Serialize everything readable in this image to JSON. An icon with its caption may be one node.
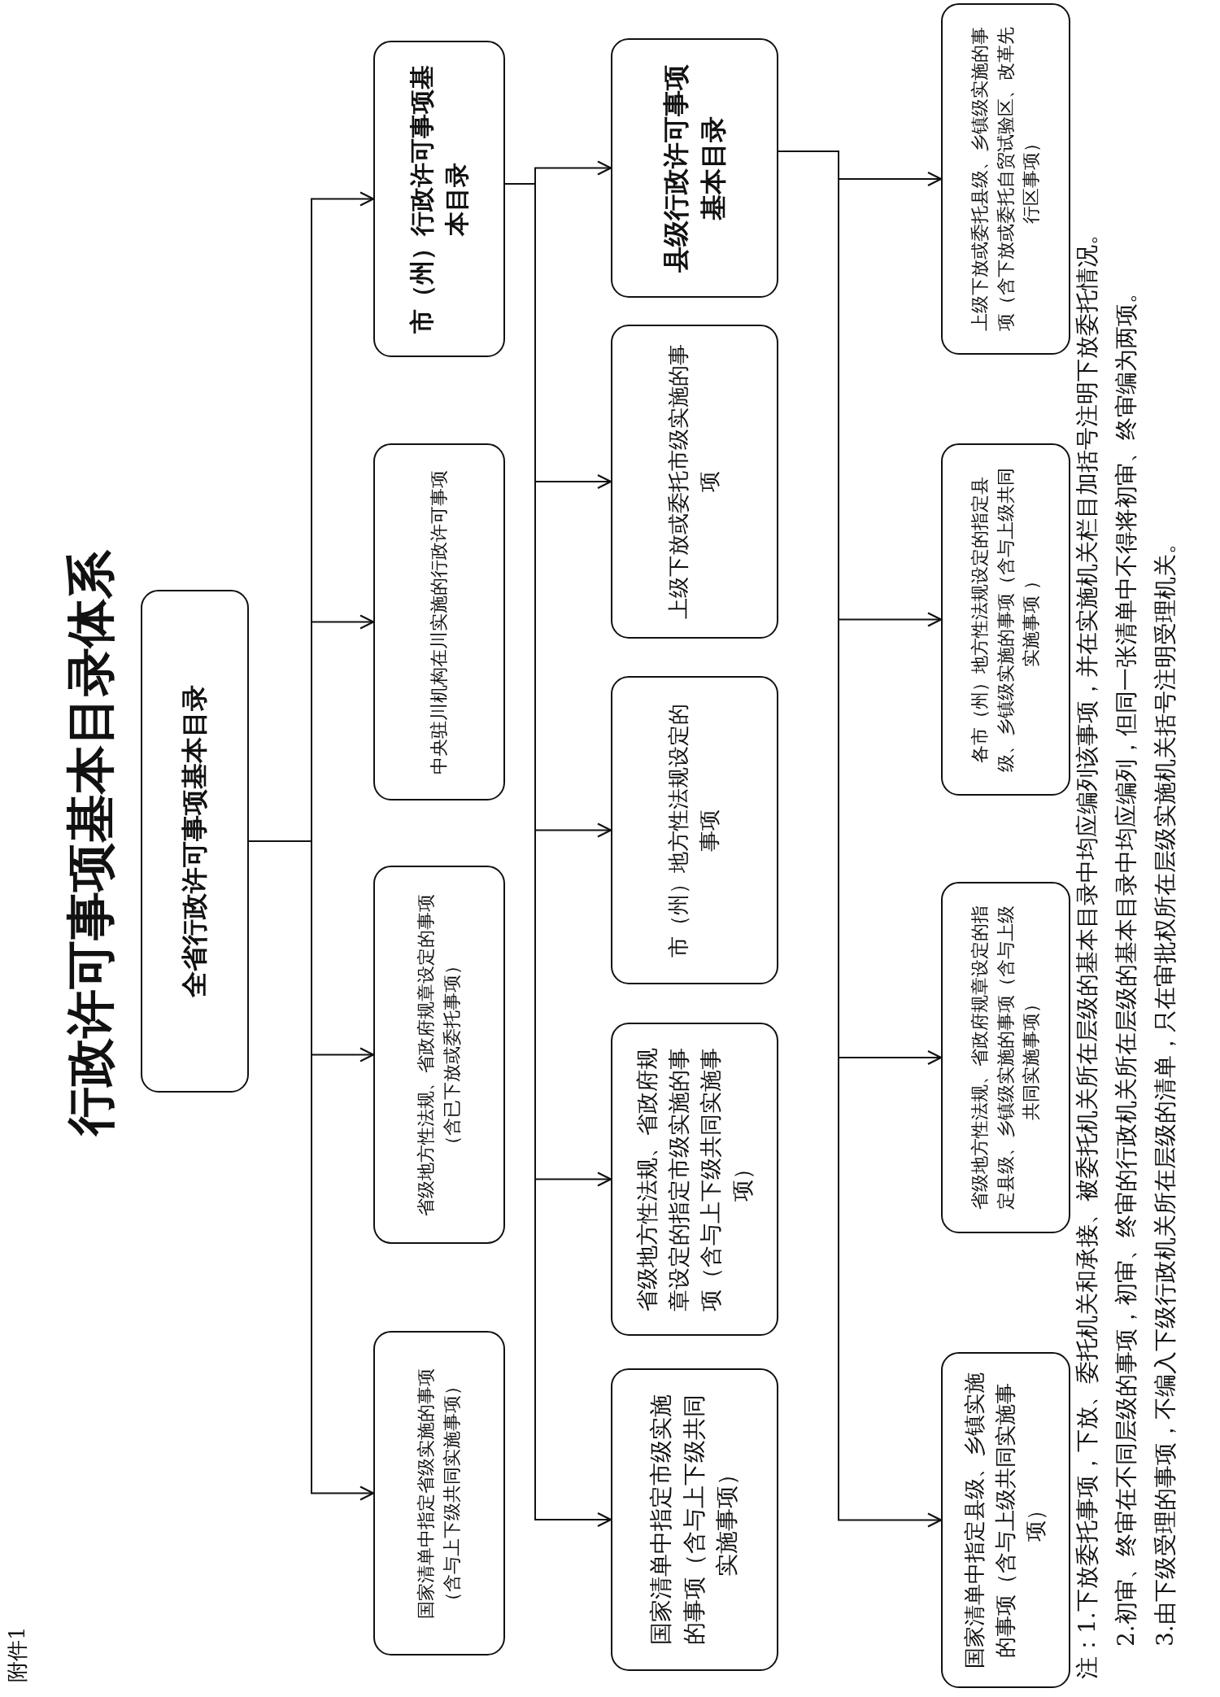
{
  "diagram": {
    "title": "行政许可事项基本目录体系",
    "nodes": [
      {
        "text": [
          "全省行政许可事项基本目录"
        ]
      },
      {
        "text": [
          "国家清单中指定省级实施的事项（含与上下级共同实施事项）"
        ]
      },
      {
        "text": [
          "省级地方性法规、省政府规章设定的事项（含已下放或委托事项）"
        ]
      },
      {
        "text": [
          "中央驻川机构在川实施的行政许可事项"
        ]
      },
      {
        "text": [
          "市（州）行政许可事项基本目录"
        ]
      },
      {
        "text": [
          "国家清单中指定市级实施的事项（含与上下级共同实施事项）"
        ]
      },
      {
        "text": [
          "省级地方性法规、省政府规章设定的指定市级实施的事项（含与上下级共同实施事项）"
        ]
      },
      {
        "text": [
          "市（州）地方性法规设定的事项"
        ]
      },
      {
        "text": [
          "上级下放或委托市级实施的事项"
        ]
      },
      {
        "text": [
          "县级行政许可事项基本目录"
        ]
      },
      {
        "text": [
          "国家清单中指定县级、乡镇实施的事项（含与上级共同实施事项）"
        ]
      },
      {
        "text": [
          "省级地方性法规、省政府规章设定的指定县级、乡镇级实施的事项（含与上级共同实施事项）"
        ]
      },
      {
        "text": [
          "各市（州）地方性法规设定的指定县级、乡镇级实施的事项（含与上级共同实施事项 ）"
        ]
      },
      {
        "text": [
          "上级下放或委托县级、乡镇级实施的事项（含下放或委托自贸试验区、改革先行区事项）"
        ]
      }
    ],
    "edges": [
      {
        "from": 0,
        "to": 1,
        "arrow": "to"
      },
      {
        "from": 0,
        "to": 2,
        "arrow": "to"
      },
      {
        "from": 0,
        "to": 3,
        "arrow": "to"
      },
      {
        "from": 0,
        "to": 4,
        "arrow": "to"
      },
      {
        "from": 4,
        "to": 5,
        "arrow": "to"
      },
      {
        "from": 4,
        "to": 6,
        "arrow": "to"
      },
      {
        "from": 4,
        "to": 7,
        "arrow": "to"
      },
      {
        "from": 4,
        "to": 8,
        "arrow": "to"
      },
      {
        "from": 4,
        "to": 9,
        "arrow": "to"
      },
      {
        "from": 9,
        "to": 10,
        "arrow": "to"
      },
      {
        "from": 9,
        "to": 11,
        "arrow": "to"
      },
      {
        "from": 9,
        "to": 12,
        "arrow": "to"
      },
      {
        "from": 9,
        "to": 13,
        "arrow": "to"
      }
    ],
    "labels": [
      "附件1",
      "注：1.下放委托事项，下放、委托机关和承接、被委托机关所在层级的基本目录中均应编列该事项，并在实施机关栏目加括号注明下放委托情况。",
      "2.初审、终审在不同层级的事项，初审、终审的行政机关所在层级的基本目录中均应编列，但同一张清单中不得将初审、终审编为两项。",
      "3.由下级受理的事项，不编入下级行政机关所在层级的清单，只在审批权所在层级实施机关括号注明受理机关。"
    ]
  }
}
